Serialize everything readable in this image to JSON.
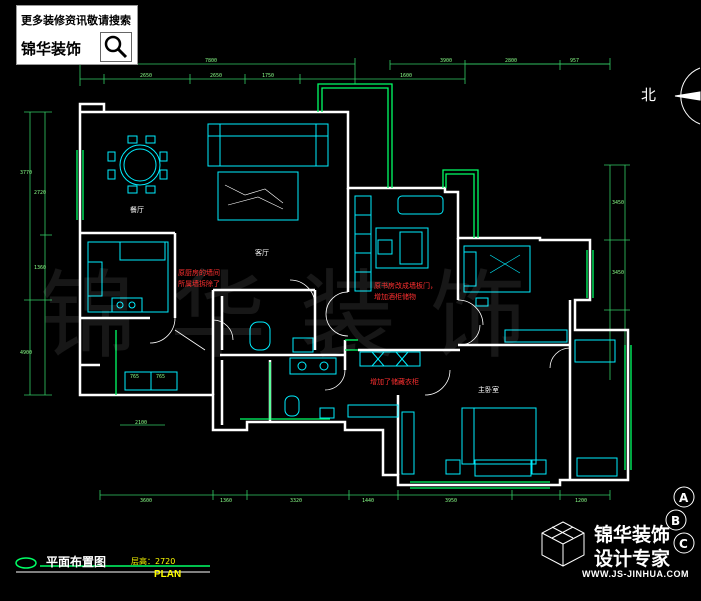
{
  "header": {
    "tagline": "更多装修资讯敬请搜索",
    "brand": "锦华装饰",
    "search_icon": "search-icon"
  },
  "watermark": "锦华装饰",
  "north_label": "北",
  "plan": {
    "title": "平面布置图",
    "height_note": "层高：2720",
    "subtitle": "PLAN"
  },
  "rooms": {
    "dining": "餐厅",
    "living": "客厅",
    "master_bedroom": "主卧室"
  },
  "notes": {
    "kitchen_wall_1": "原厨房的墙间",
    "kitchen_wall_2": "所属墙拆除了",
    "study_door_1": "原书房改成墙板门，",
    "study_door_2": "增加酒柜储物",
    "corridor": "增加了储藏衣柜"
  },
  "dimensions": {
    "top": [
      "7800",
      "2650",
      "2650",
      "1750",
      "1600",
      "3900",
      "2800",
      "957"
    ],
    "bottom": [
      "3600",
      "1360",
      "3320",
      "1440",
      "3950",
      "1200"
    ],
    "left": [
      "3770",
      "2720",
      "4900",
      "1360"
    ],
    "right": [
      "3450",
      "3450"
    ],
    "inner": [
      "2100",
      "765",
      "765"
    ]
  },
  "logo": {
    "line1": "锦华装饰",
    "line2": "设计专家",
    "url": "WWW.JS-JINHUA.COM"
  },
  "colors": {
    "background": "#000000",
    "wall": "#ffffff",
    "window": "#00ff66",
    "furniture": "#00e5ff",
    "dimension": "#66ff66",
    "note": "#ff3030",
    "title_accent": "#ffff00"
  }
}
